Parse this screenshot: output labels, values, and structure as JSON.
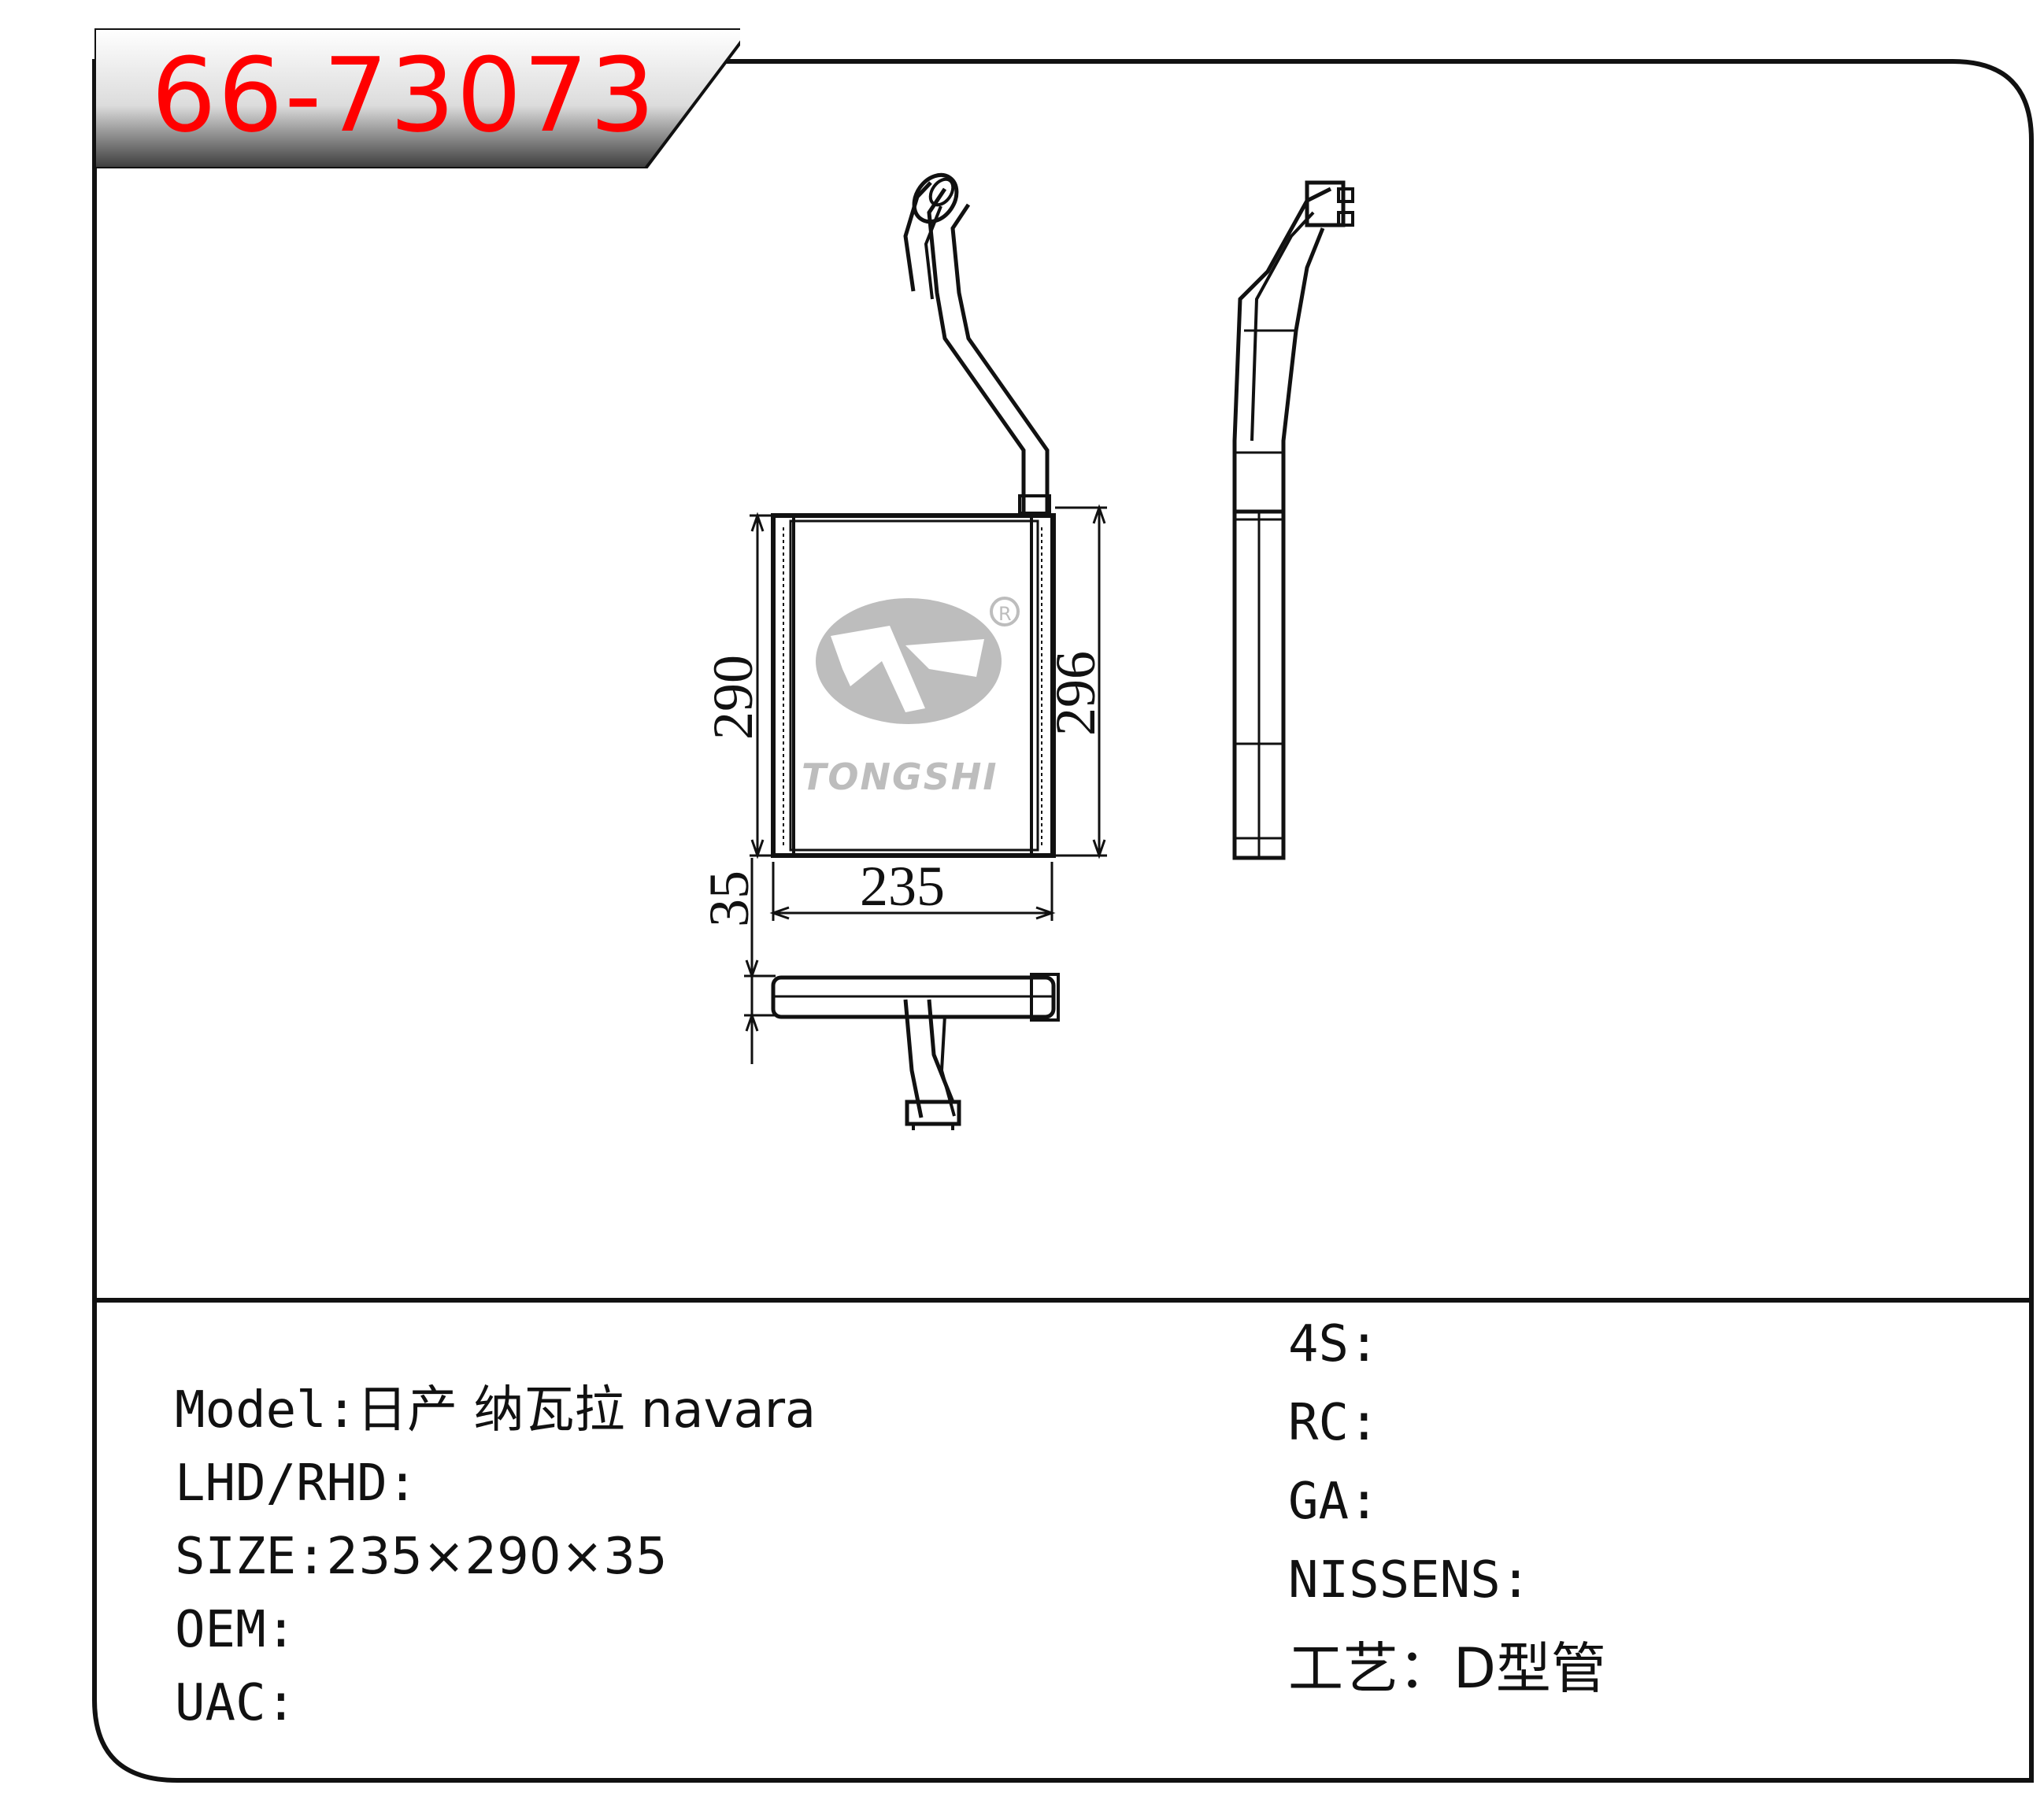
{
  "part_code": "66-73073",
  "brand_logo": {
    "text": "TONGSHI",
    "registered_mark": "R"
  },
  "dimensions": {
    "height_left": "290",
    "height_right": "296",
    "width": "235",
    "depth": "35"
  },
  "left_info": {
    "model": {
      "label": "Model:",
      "value": "日产 纳瓦拉 navara"
    },
    "lhd_rhd": {
      "label": "LHD/RHD:",
      "value": ""
    },
    "size": {
      "label": "SIZE:",
      "value": "235×290×35"
    },
    "oem": {
      "label": "OEM:",
      "value": ""
    },
    "uac": {
      "label": "UAC:",
      "value": ""
    }
  },
  "right_info": {
    "s4": {
      "label": "4S:",
      "value": ""
    },
    "rc": {
      "label": "RC:",
      "value": ""
    },
    "ga": {
      "label": "GA:",
      "value": ""
    },
    "nissens": {
      "label": "NISSENS:",
      "value": ""
    },
    "process": {
      "label": "工艺：",
      "value": "D型管"
    }
  },
  "colors": {
    "code_red": "#ff0000",
    "logo_gray": "#bdbdbd",
    "line": "#111111"
  }
}
